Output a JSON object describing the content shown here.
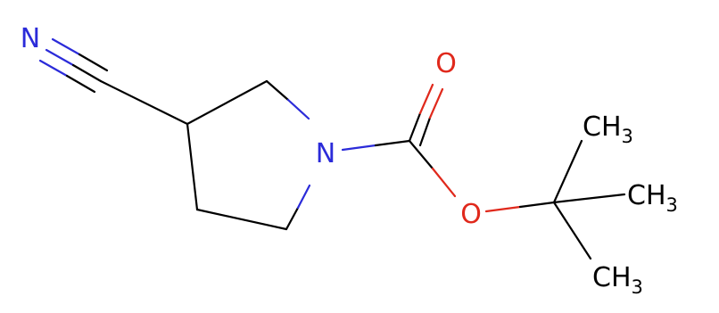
{
  "colors": {
    "carbon": "#000000",
    "nitrogen": "#2b2bd9",
    "oxygen": "#e0291c"
  },
  "atoms": {
    "nitrile_n": "N",
    "ring_n": "N",
    "carbonyl_o": "O",
    "ester_o": "O",
    "methyl_top": {
      "main": "CH",
      "sub": "3"
    },
    "methyl_right": {
      "main": "CH",
      "sub": "3"
    },
    "methyl_bottom": {
      "main": "CH",
      "sub": "3"
    }
  }
}
